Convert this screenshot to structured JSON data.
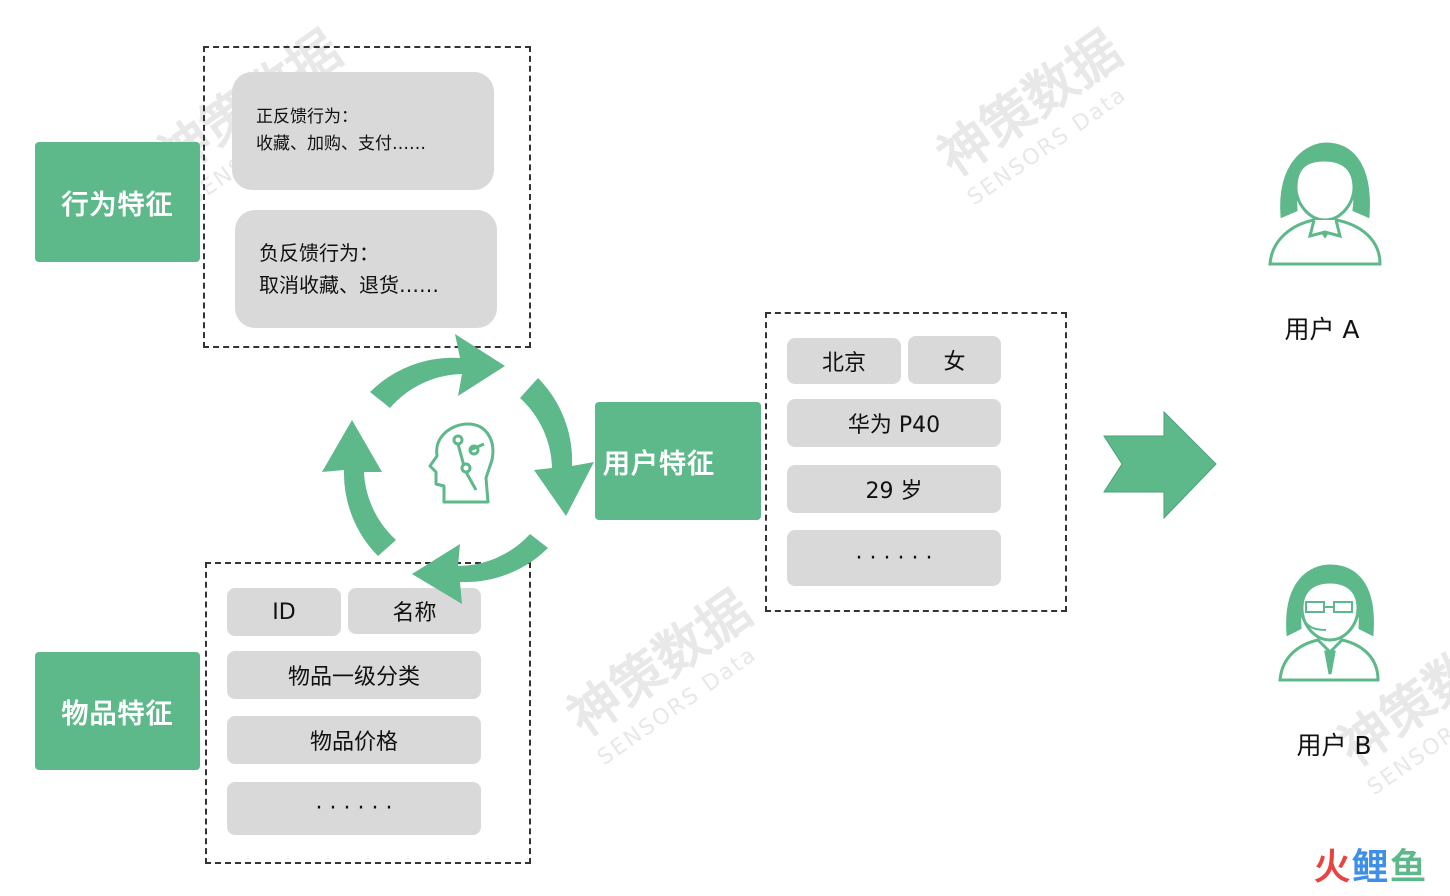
{
  "behavior_feature": {
    "label": "行为特征"
  },
  "positive_feedback": {
    "line1": "正反馈行为：",
    "line2": "收藏、加购、支付……"
  },
  "negative_feedback": {
    "line1": "负反馈行为：",
    "line2": "取消收藏、退货……"
  },
  "item_feature": {
    "label": "物品特征",
    "pills": [
      "ID",
      "名称",
      "物品一级分类",
      "物品价格",
      "· · · · · ·"
    ]
  },
  "user_feature": {
    "label": "用户特征",
    "pills": [
      "北京",
      "女",
      "华为 P40",
      "29 岁",
      "· · · · · ·"
    ]
  },
  "users": [
    {
      "label": "用户 A"
    },
    {
      "label": "用户 B"
    }
  ],
  "watermark": {
    "text": "神策数据",
    "sub": "SENSORS Data"
  },
  "logo": {
    "part1": "火",
    "part2": "鲤",
    "part3": "鱼"
  },
  "colors": {
    "accent": "#5db88a",
    "pill": "#d9d9d9"
  }
}
